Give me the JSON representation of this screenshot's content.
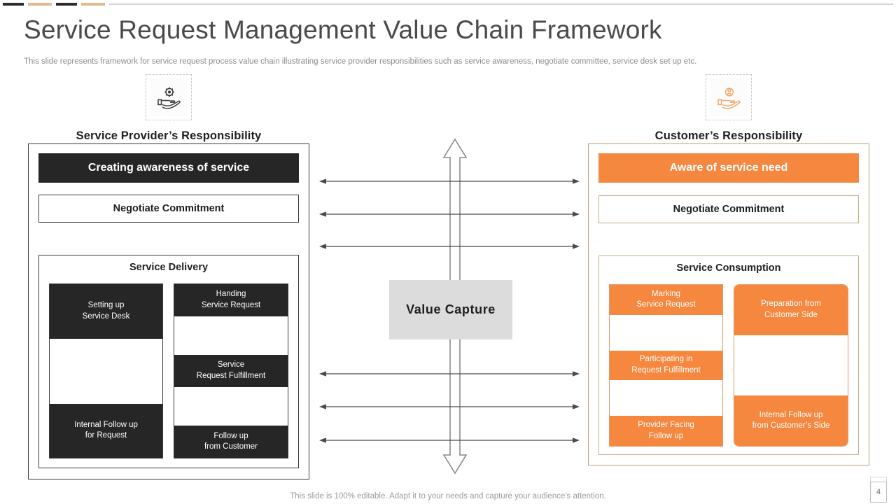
{
  "slide": {
    "title": "Service Request Management Value Chain Framework",
    "subtitle": "This slide represents framework for service request process value chain illustrating service provider responsibilities such as service awareness, negotiate committee, service desk set up etc.",
    "footer_note": "This slide is 100% editable. Adapt it to your needs and capture your audience's attention.",
    "page_number": "4"
  },
  "colors": {
    "orange": "#f5873f",
    "dark": "#262626",
    "tan_border": "#b5a078",
    "grey_box": "#dcdcdc",
    "title_grey": "#4a4a4a"
  },
  "provider": {
    "icon": "gear-in-hand-icon",
    "heading": "Service Provider’s Responsibility",
    "head_bar": "Creating awareness of service",
    "negotiate": "Negotiate Commitment",
    "section_title": "Service Delivery",
    "columns": [
      {
        "segments": [
          {
            "text": "Setting up\nService Desk",
            "filled": true
          },
          {
            "text": "",
            "filled": false
          },
          {
            "text": "Internal Follow up\nfor Request",
            "filled": true
          }
        ]
      },
      {
        "segments": [
          {
            "text": "Handing\nService Request",
            "filled": true
          },
          {
            "text": "",
            "filled": false
          },
          {
            "text": "Service\nRequest Fulfillment",
            "filled": true
          },
          {
            "text": "",
            "filled": false
          },
          {
            "text": "Follow up\nfrom Customer",
            "filled": true
          }
        ]
      }
    ]
  },
  "customer": {
    "icon": "person-in-hand-icon",
    "heading": "Customer’s Responsibility",
    "head_bar": "Aware of service need",
    "negotiate": "Negotiate Commitment",
    "section_title": "Service Consumption",
    "columns": [
      {
        "segments": [
          {
            "text": "Marking\nService Request",
            "filled": true
          },
          {
            "text": "",
            "filled": false
          },
          {
            "text": "Participating in\nRequest Fulfillment",
            "filled": true
          },
          {
            "text": "",
            "filled": false
          },
          {
            "text": "Provider  Facing\nFollow up",
            "filled": true
          }
        ]
      },
      {
        "segments": [
          {
            "text": "Preparation from\nCustomer Side",
            "filled": true
          },
          {
            "text": "",
            "filled": false
          },
          {
            "text": "Internal Follow up\nfrom Customer’s Side",
            "filled": true
          }
        ]
      }
    ]
  },
  "center": {
    "value_capture": "Value  Capture",
    "horizontal_arrow_count": 6,
    "vertical_arrow": "double-headed-vertical-arrow"
  }
}
